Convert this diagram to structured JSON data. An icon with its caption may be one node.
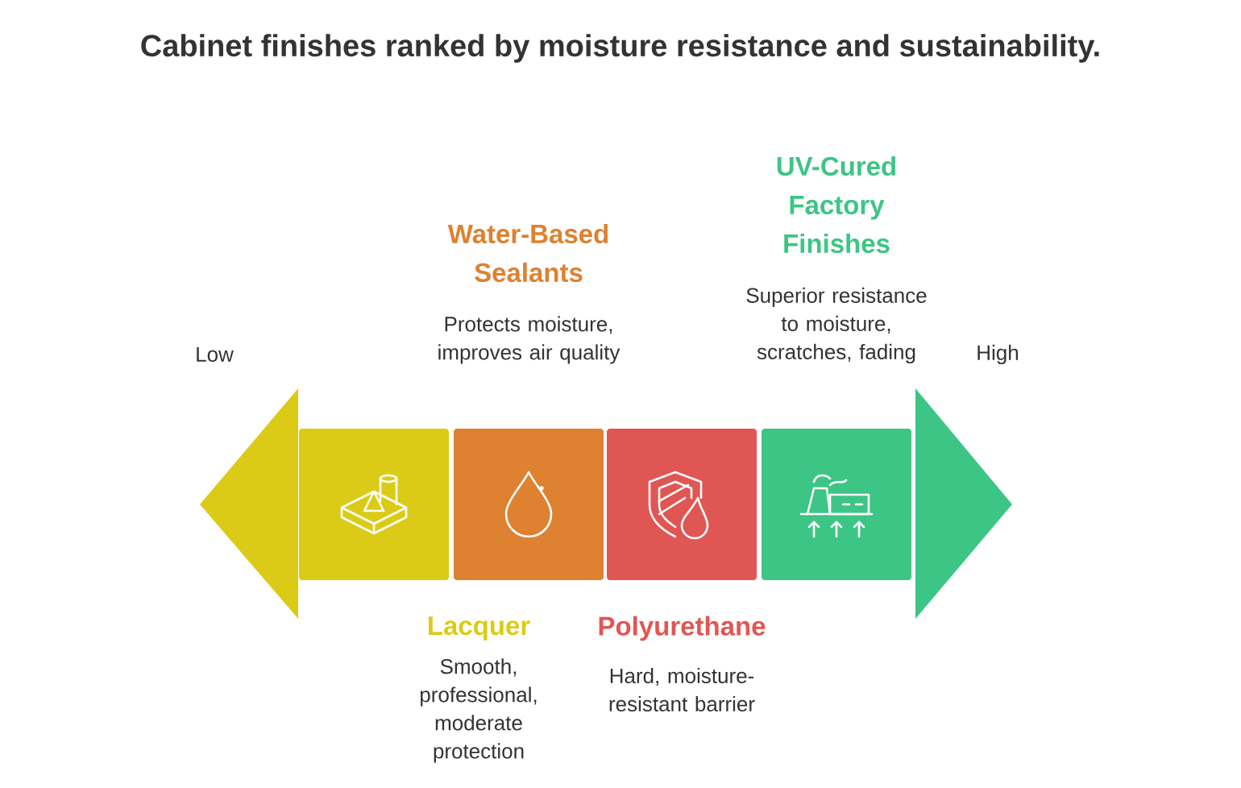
{
  "diagram": {
    "title": "Cabinet finishes ranked by moisture resistance and sustainability.",
    "nodes": [
      {
        "text": [
          "Lacquer",
          "Smooth, professional, moderate protection"
        ]
      },
      {
        "text": [
          "Water-Based Sealants",
          "Protects moisture, improves air quality"
        ]
      },
      {
        "text": [
          "Polyurethane",
          "Hard, moisture-resistant barrier"
        ]
      },
      {
        "text": [
          "UV-Cured Factory Finishes",
          "Superior resistance to moisture, scratches, fading"
        ]
      }
    ],
    "labels": [
      "Low",
      "High"
    ]
  }
}
